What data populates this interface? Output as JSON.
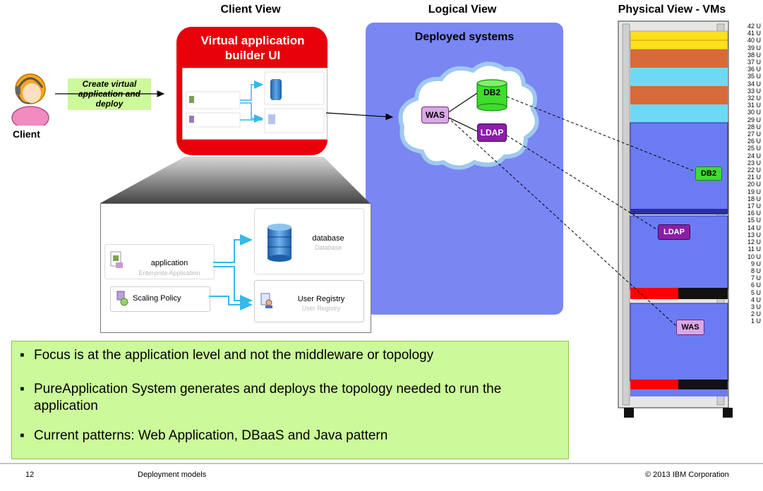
{
  "headers": {
    "slide_title": "Virtual application patterns: deploying the application",
    "client_view": "Client View",
    "logical_view": "Logical View",
    "physical_view": "Physical View - VMs"
  },
  "client": {
    "label": "Client",
    "arrow_text": "Create virtual application and deploy"
  },
  "builder": {
    "title": "Virtual application builder UI"
  },
  "builder_ui": {
    "application_title": "application",
    "application_subtitle": "Enterprise Application",
    "scaling_policy": "Scaling Policy",
    "database_title": "database",
    "database_subtitle": "Database",
    "user_registry_title": "User Registry",
    "user_registry_subtitle": "User Registry"
  },
  "logical": {
    "panel_title": "Deployed systems",
    "was": "WAS",
    "db2": "DB2",
    "ldap": "LDAP"
  },
  "rack": {
    "units": [
      "42 U",
      "41 U",
      "40 U",
      "39 U",
      "38 U",
      "37 U",
      "36 U",
      "35 U",
      "34 U",
      "33 U",
      "32 U",
      "31 U",
      "30 U",
      "29 U",
      "28 U",
      "27 U",
      "26 U",
      "25 U",
      "24 U",
      "23 U",
      "22 U",
      "21 U",
      "20 U",
      "19 U",
      "18 U",
      "17 U",
      "16 U",
      "15 U",
      "14 U",
      "13 U",
      "12 U",
      "11 U",
      "10 U",
      "9 U",
      "8 U",
      "7 U",
      "6 U",
      "5 U",
      "4 U",
      "3 U",
      "2 U",
      "1 U"
    ],
    "vm_db2": "DB2",
    "vm_ldap": "LDAP",
    "vm_was": "WAS"
  },
  "bullets": [
    "Focus is at the application level and not the middleware  or topology",
    "PureApplication  System generates and deploys the topology needed to run the application",
    "Current patterns: Web Application,  DBaaS and Java pattern"
  ],
  "footer": {
    "page_number": "12",
    "section": "Deployment models",
    "copyright": "© 2013 IBM  Corporation"
  },
  "colors": {
    "builder_red": "#e8000b",
    "logical_blue": "#7a86f2",
    "rack_blue": "#6b7cf2",
    "box_green": "#ccf99a",
    "db2_green": "#3fdc2e",
    "ldap_purple": "#8a1ea8",
    "was_lilac": "#d9a8e6"
  }
}
